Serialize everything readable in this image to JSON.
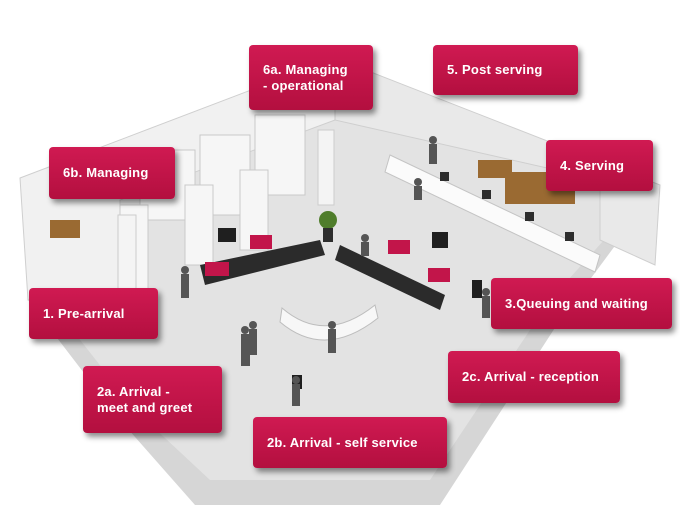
{
  "colors": {
    "label_bg": "#c2154a",
    "floor": "#d9d9d9",
    "wall": "#ececec",
    "sofa": "#2b2b2b",
    "cushion": "#c2154a",
    "desk_wood": "#9a6a32"
  },
  "labels": {
    "managing_operational": "6a. Managing\n- operational",
    "post_serving": "5. Post serving",
    "managing": "6b. Managing",
    "serving": "4. Serving",
    "pre_arrival": "1. Pre-arrival",
    "queuing_waiting": "3.Queuing and waiting",
    "arrival_meet_greet": "2a. Arrival -\nmeet and greet",
    "arrival_reception": "2c. Arrival - reception",
    "arrival_self_service": "2b. Arrival - self service"
  }
}
